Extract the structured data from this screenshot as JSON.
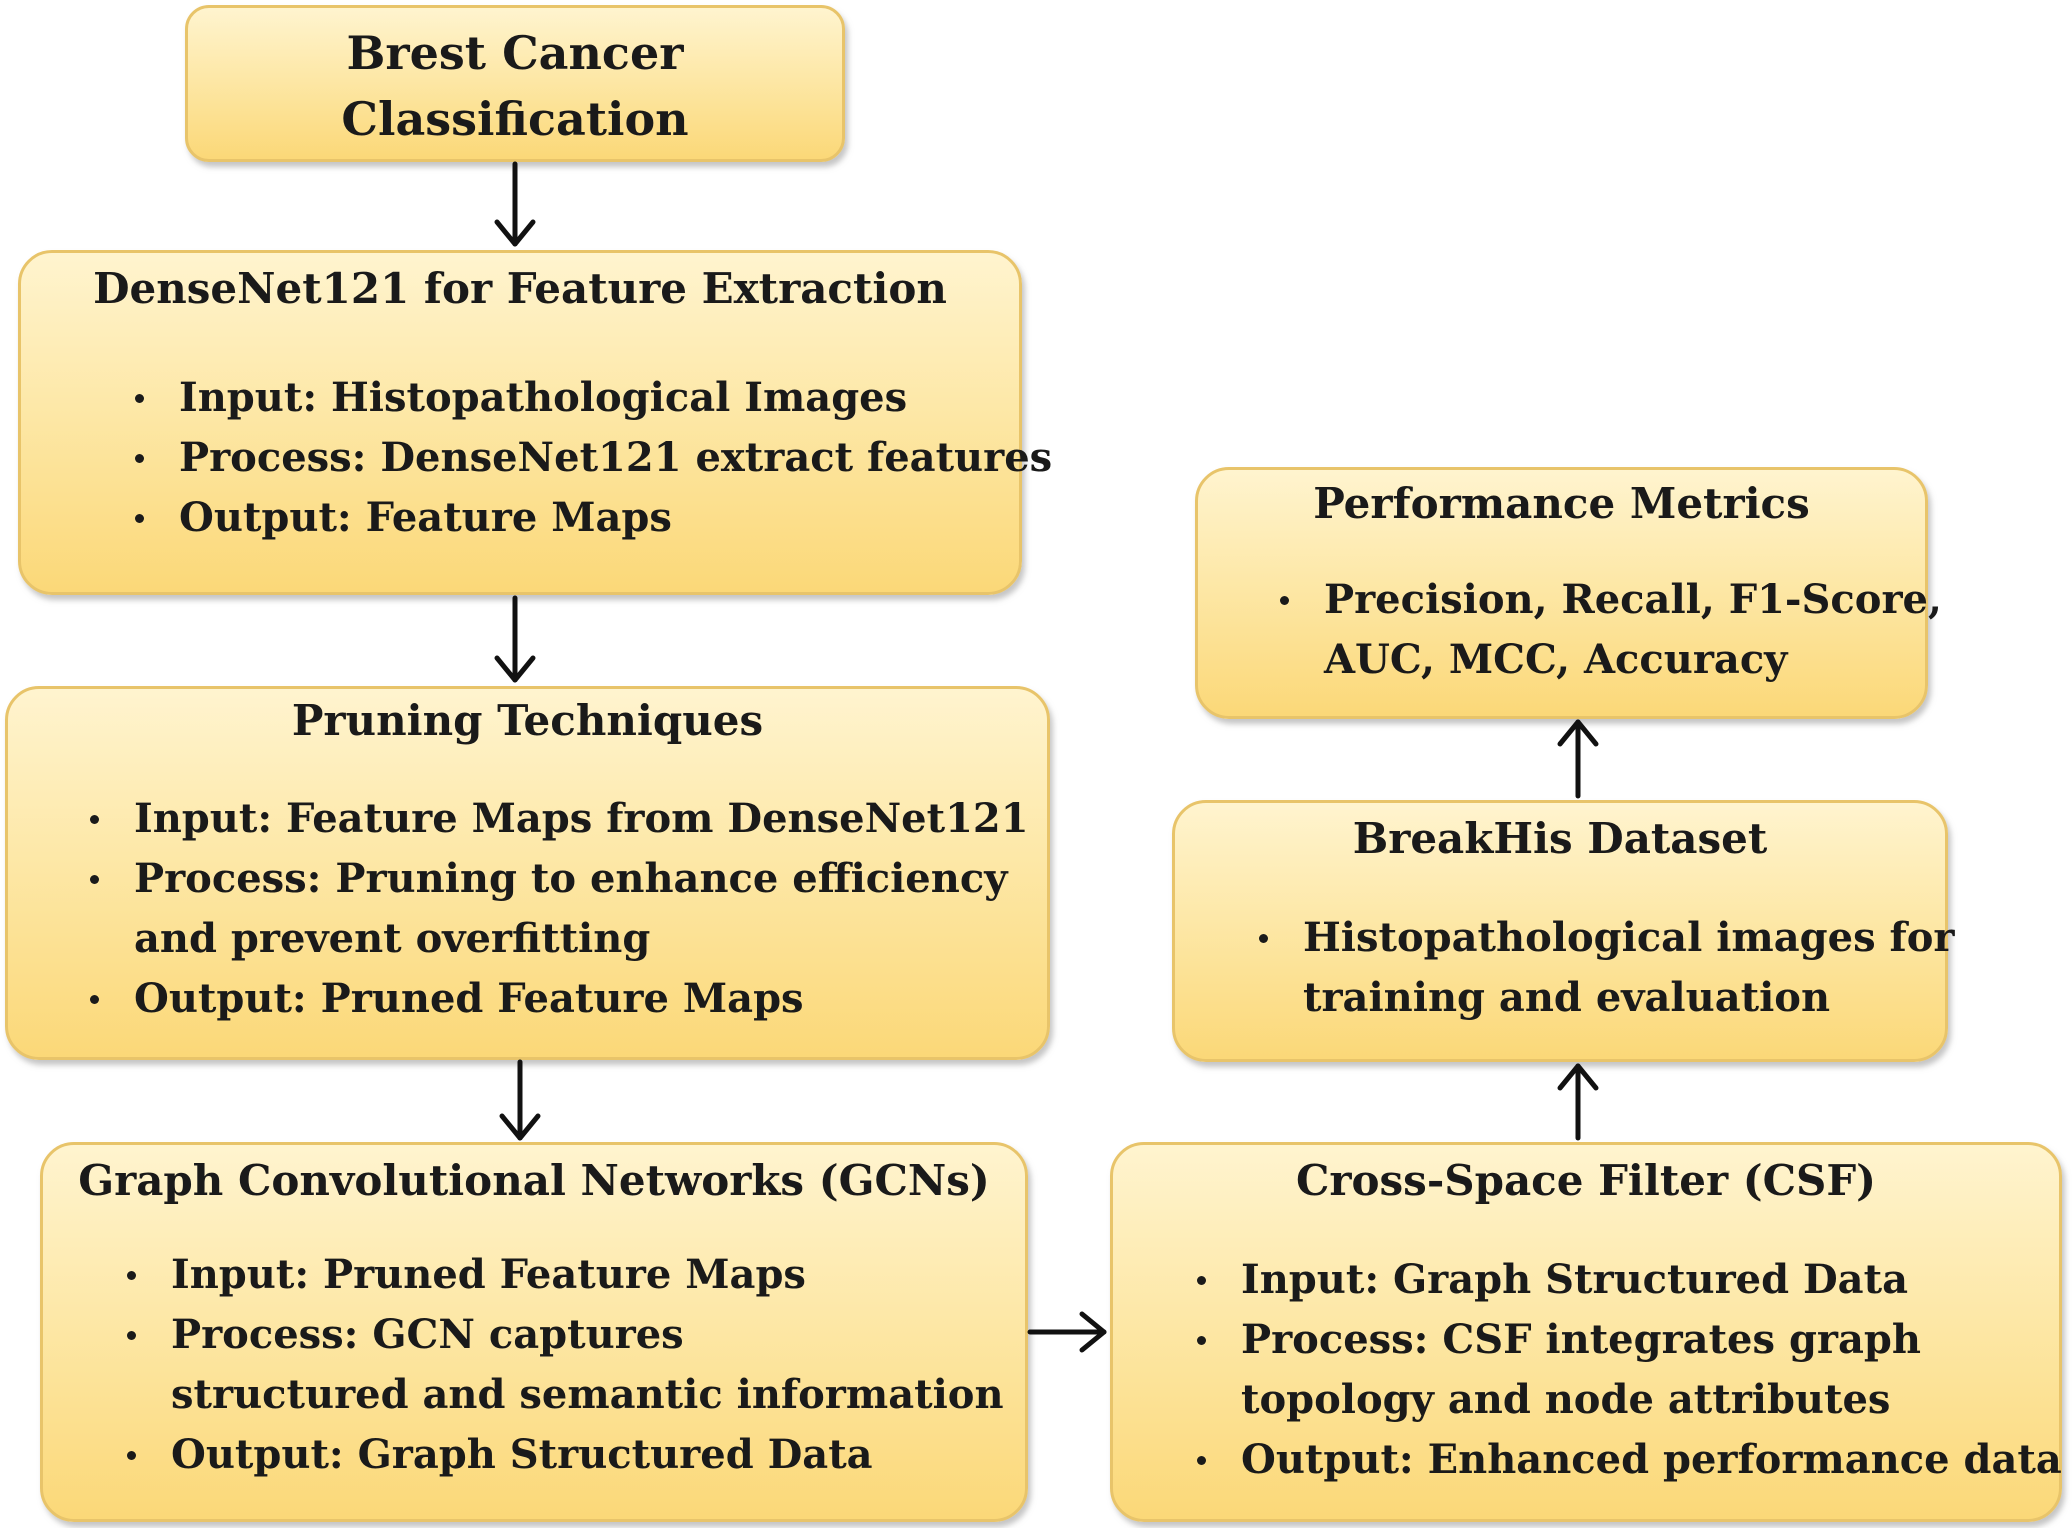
{
  "title_box": {
    "line1": "Brest Cancer",
    "line2": "Classification"
  },
  "densenet": {
    "title": "DenseNet121 for Feature Extraction",
    "items": [
      "Input: Histopathological Images",
      "Process: DenseNet121 extract features",
      "Output: Feature Maps"
    ]
  },
  "pruning": {
    "title": "Pruning Techniques",
    "items": [
      "Input: Feature Maps from DenseNet121",
      "Process: Pruning to enhance efficiency",
      "and prevent overfitting",
      "Output: Pruned Feature Maps"
    ]
  },
  "gcn": {
    "title": "Graph Convolutional Networks (GCNs)",
    "items": [
      "Input: Pruned Feature Maps",
      "Process: GCN captures",
      "structured and semantic information",
      "Output: Graph Structured Data"
    ]
  },
  "csf": {
    "title": "Cross-Space Filter (CSF)",
    "items": [
      "Input: Graph Structured Data",
      "Process: CSF integrates graph",
      "topology and node attributes",
      "Output: Enhanced performance data"
    ]
  },
  "breakhis": {
    "title": "BreakHis Dataset",
    "items": [
      "Histopathological images for",
      "training and evaluation"
    ]
  },
  "metrics": {
    "title": "Performance Metrics",
    "items": [
      "Precision, Recall, F1-Score,",
      "AUC, MCC, Accuracy"
    ]
  }
}
